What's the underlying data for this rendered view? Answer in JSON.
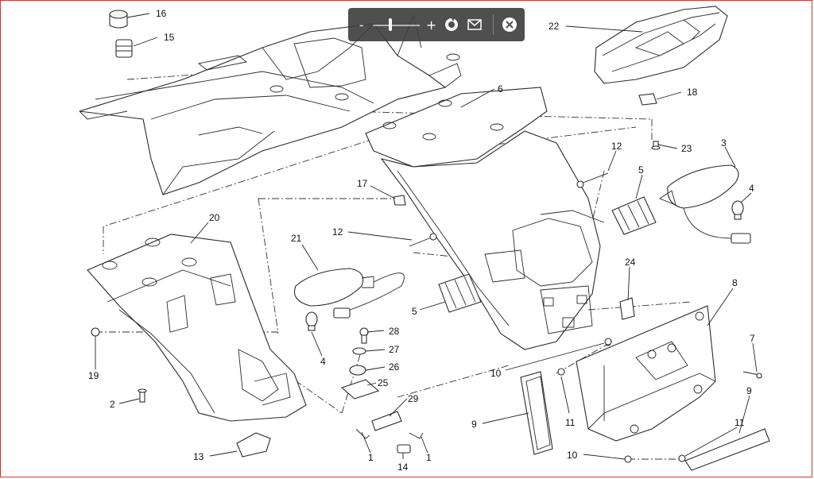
{
  "toolbar": {
    "zoom_out_label": "-",
    "zoom_in_label": "+",
    "zoom_fraction": 0.35,
    "icons": [
      "zoom-out-icon",
      "zoom-in-icon",
      "rotate-icon",
      "email-icon",
      "close-icon"
    ]
  },
  "callouts": {
    "c1a": "1",
    "c1b": "1",
    "c2": "2",
    "c3": "3",
    "c4a": "4",
    "c4b": "4",
    "c5a": "5",
    "c5b": "5",
    "c6": "6",
    "c7": "7",
    "c8": "8",
    "c9a": "9",
    "c9b": "9",
    "c10a": "10",
    "c10b": "10",
    "c11a": "11",
    "c11b": "11",
    "c12a": "12",
    "c12b": "12",
    "c13": "13",
    "c14": "14",
    "c15": "15",
    "c16": "16",
    "c17": "17",
    "c18": "18",
    "c19": "19",
    "c20": "20",
    "c21": "21",
    "c22": "22",
    "c23": "23",
    "c24": "24",
    "c25": "25",
    "c26": "26",
    "c27": "27",
    "c28": "28",
    "c29": "29"
  },
  "colors": {
    "frame_border": "#d0342c",
    "toolbar_bg": "#3d3d3d",
    "line": "#2a2a2a"
  }
}
